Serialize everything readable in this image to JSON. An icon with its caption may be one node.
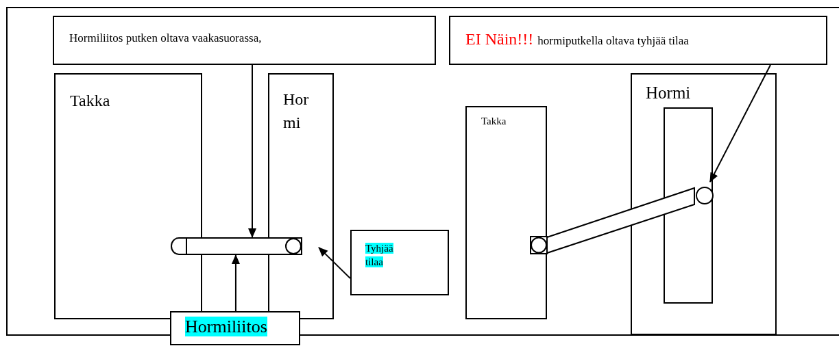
{
  "diagram": {
    "nodes": [
      {
        "text": [
          "Hormiliitos putken oltava vaakasuorassa,"
        ]
      },
      {
        "text": [
          "Takka"
        ]
      },
      {
        "text": [
          "Hormi"
        ]
      },
      {
        "text": [],
        "shape": "cylinder"
      },
      {
        "text": [
          "Tyhjää tilaa"
        ]
      },
      {
        "text": [
          "Hormiliitos"
        ]
      },
      {
        "text": [
          "EI Näin!!!",
          "hormiputkella oltava tyhjää tilaa"
        ]
      },
      {
        "text": [
          "Takka"
        ]
      },
      {
        "text": [
          "Hormi"
        ]
      },
      {
        "text": [],
        "shape": "box",
        "in": 8
      },
      {
        "text": [],
        "shape": "cylinder"
      }
    ],
    "edges": [
      {
        "from": 0,
        "to": 3,
        "arrow": "to"
      },
      {
        "from": 5,
        "to": 3,
        "arrow": "to"
      },
      {
        "from": 4,
        "to": 2,
        "arrow": "to"
      },
      {
        "from": 6,
        "to": 10,
        "arrow": "to"
      }
    ]
  }
}
